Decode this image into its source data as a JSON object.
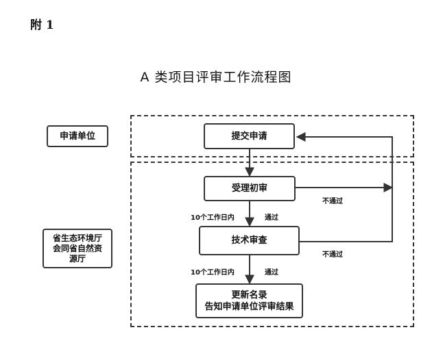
{
  "appendix": "附 1",
  "title": "A 类项目评审工作流程图",
  "lanes": {
    "applicant": "申请单位",
    "department": [
      "省生态环境厅",
      "会同省自然资",
      "源厅"
    ]
  },
  "nodes": {
    "submit": "提交申请",
    "accept": "受理初审",
    "review": "技术审查",
    "result": [
      "更新名录",
      "告知申请单位评审结果"
    ]
  },
  "labels": {
    "days1": "10个工作日内",
    "pass1": "通过",
    "days2": "10个工作日内",
    "pass2": "通过",
    "fail1": "不通过",
    "fail2": "不通过"
  }
}
